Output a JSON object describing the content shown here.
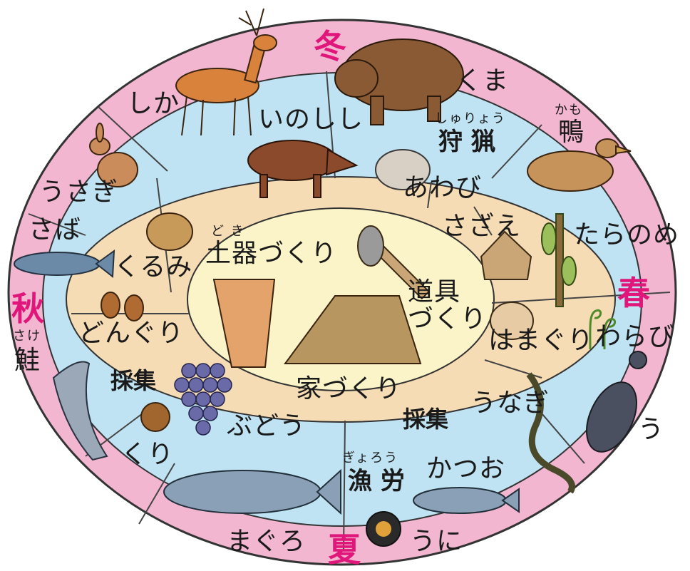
{
  "colors": {
    "outer_ring": "#f2b6d0",
    "blue_ring": "#bfe3f2",
    "tan_ring": "#f6dcb4",
    "center": "#fbf4c8",
    "outline": "#333333",
    "season_text": "#e0167a"
  },
  "seasons": {
    "winter": "冬",
    "spring": "春",
    "summer": "夏",
    "autumn": "秋"
  },
  "categories": {
    "hunting": "狩 猟",
    "hunting_reading": "しゅりょう",
    "gathering_left": "採集",
    "gathering_right": "採集",
    "fishing": "漁 労",
    "fishing_reading": "ぎょろう"
  },
  "center": {
    "pottery": "土器づくり",
    "pottery_reading": "ど き",
    "tools": [
      "道具",
      "づくり"
    ],
    "house": "家づくり"
  },
  "items": {
    "shika": "しか",
    "kuma": "くま",
    "inoshishi": "いのしし",
    "kamo_reading": "かも",
    "kamo": "鴨",
    "usagi": "うさぎ",
    "awabi": "あわび",
    "saba": "さば",
    "sazae": "さざえ",
    "taranome": "たらのめ",
    "kurumi": "くるみ",
    "hamaguri": "はまぐり",
    "warabi": "わらび",
    "donguri": "どんぐり",
    "sake_reading": "さけ",
    "sake": "鮭",
    "unagi": "うなぎ",
    "u": "う",
    "budou": "ぶどう",
    "kuri": "くり",
    "katsuo": "かつお",
    "maguro": "まぐろ",
    "uni": "うに"
  },
  "icons": {
    "deer": "deer-icon",
    "bear": "bear-icon",
    "boar": "boar-icon",
    "duck": "duck-icon",
    "rabbit": "rabbit-icon",
    "abalone": "abalone-icon",
    "mackerel": "mackerel-icon",
    "turban_shell": "turban-shell-icon",
    "aralia": "aralia-sprout-icon",
    "walnut": "walnut-icon",
    "clam": "clam-icon",
    "fern": "fern-icon",
    "acorn": "acorn-icon",
    "salmon": "salmon-icon",
    "eel": "eel-icon",
    "cormorant": "cormorant-icon",
    "grapes": "grapes-icon",
    "chestnut": "chestnut-icon",
    "skipjack": "skipjack-icon",
    "tuna": "tuna-icon",
    "urchin": "sea-urchin-icon",
    "pot": "jomon-pot-icon",
    "axe": "stone-axe-icon",
    "house": "pit-house-icon"
  }
}
